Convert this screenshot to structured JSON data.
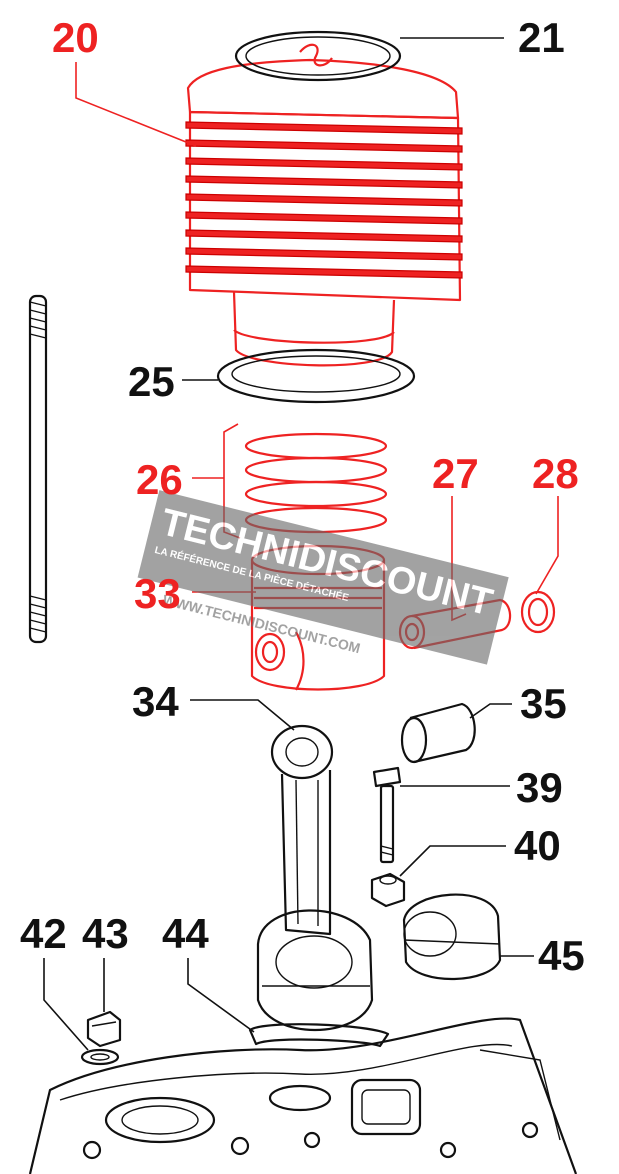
{
  "colors": {
    "highlight": "#ee2222",
    "ink": "#111111",
    "watermark": "#6a6a6a"
  },
  "callouts": {
    "c20": "20",
    "c21": "21",
    "c25": "25",
    "c26": "26",
    "c27": "27",
    "c28": "28",
    "c33": "33",
    "c34": "34",
    "c35": "35",
    "c39": "39",
    "c40": "40",
    "c42": "42",
    "c43": "43",
    "c44": "44",
    "c45": "45"
  },
  "watermark": {
    "brand": "TECHNIDISCOUNT",
    "tagline": "LA RÉFÉRENCE DE LA PIÈCE DÉTACHÉE",
    "url": "WWW.TECHNIDISCOUNT.COM"
  }
}
